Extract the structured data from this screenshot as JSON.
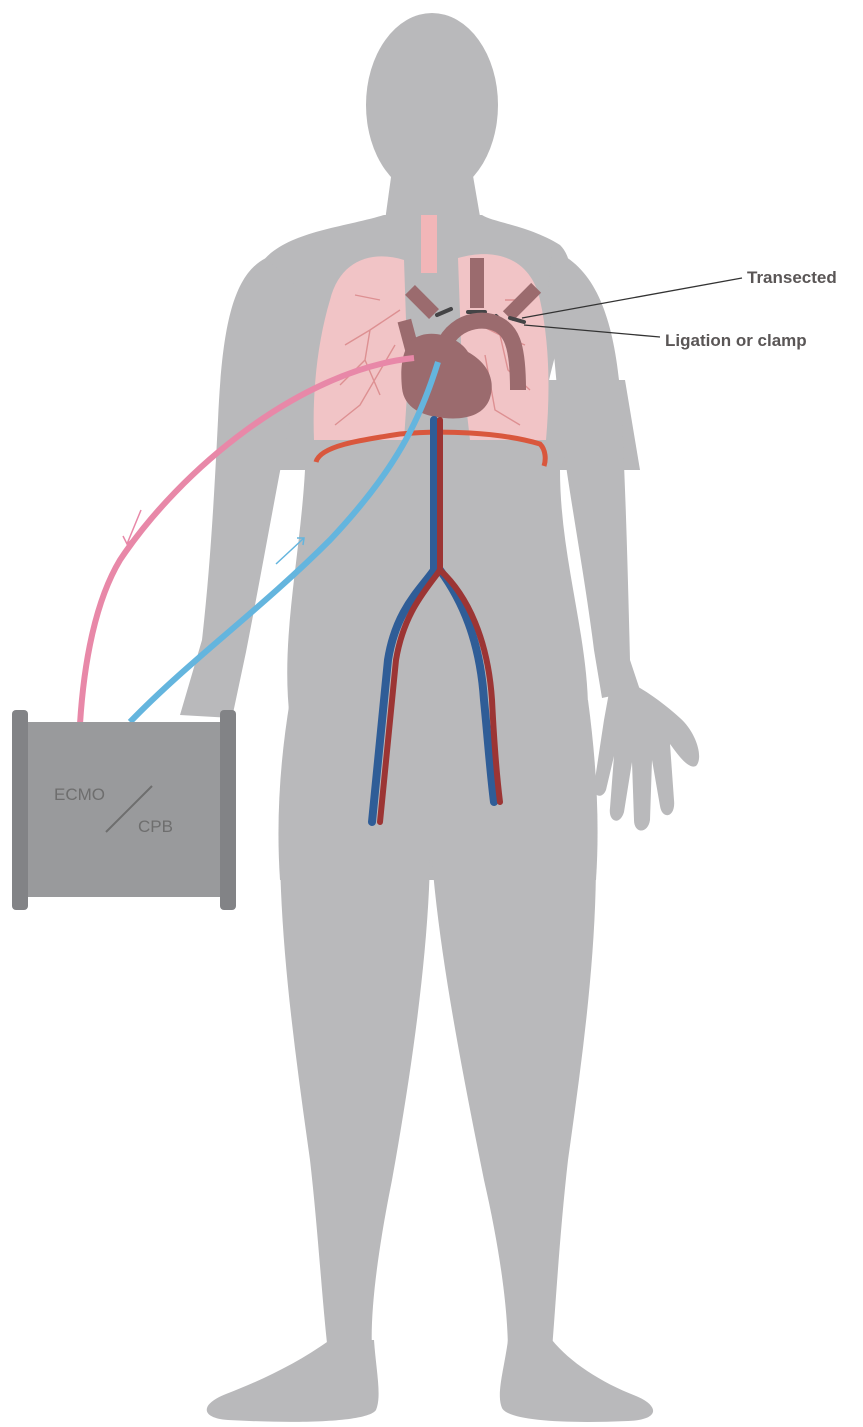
{
  "labels": {
    "transected": "Transected",
    "ligation": "Ligation or clamp",
    "ecmo": "ECMO",
    "cpb": "CPB"
  },
  "colors": {
    "body": "#b9b9bb",
    "machine": "#999a9c",
    "machine_frame": "#828386",
    "lung": "#f1c4c6",
    "lung_vessel": "#dd9092",
    "heart": "#9b6b6e",
    "trachea": "#f2b6b8",
    "artery": "#9c3534",
    "vein": "#2f5d97",
    "diaphragm_vessel": "#d9573d",
    "oxygenated_cannula": "#e888a8",
    "venous_cannula": "#64b5de"
  },
  "icons": [
    "flow-arrow-down-icon",
    "flow-arrow-up-icon"
  ]
}
